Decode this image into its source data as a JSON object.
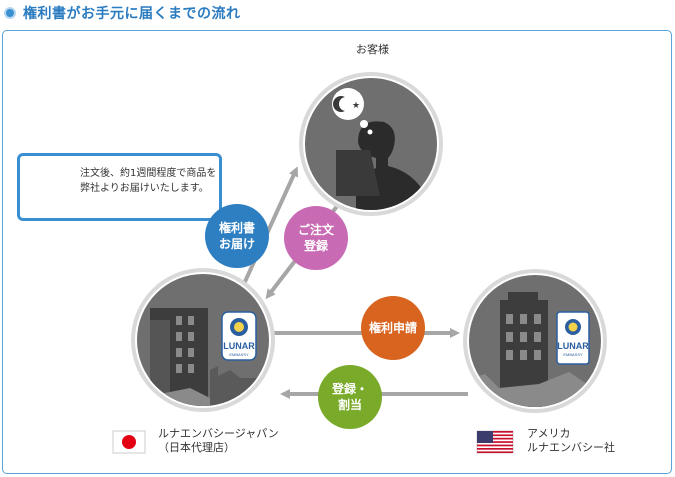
{
  "header": {
    "title": "権利書がお手元に届くまでの流れ"
  },
  "customer": {
    "label": "お客様"
  },
  "note": {
    "text": "注文後、約1週間程度で商品を弊社よりお届けいたします。"
  },
  "japan": {
    "label_line1": "ルナエンバシージャパン",
    "label_line2": "（日本代理店）"
  },
  "usa": {
    "label_line1": "アメリカ",
    "label_line2": "ルナエンバシー社"
  },
  "steps": {
    "deliver": "権利書\nお届け",
    "order": "ご注文\n登録",
    "apply": "権利申請",
    "register": "登録・\n割当"
  },
  "logo": {
    "text": "LUNAR",
    "subtext": "EMBASSY"
  },
  "colors": {
    "accent_blue": "#3a8fd0",
    "deliver": "#2e7fc2",
    "order": "#c96bb4",
    "apply": "#d86420",
    "register": "#7aaa2a",
    "circle_fill": "#6f6f6f",
    "circle_ring": "#d9d9d9"
  }
}
